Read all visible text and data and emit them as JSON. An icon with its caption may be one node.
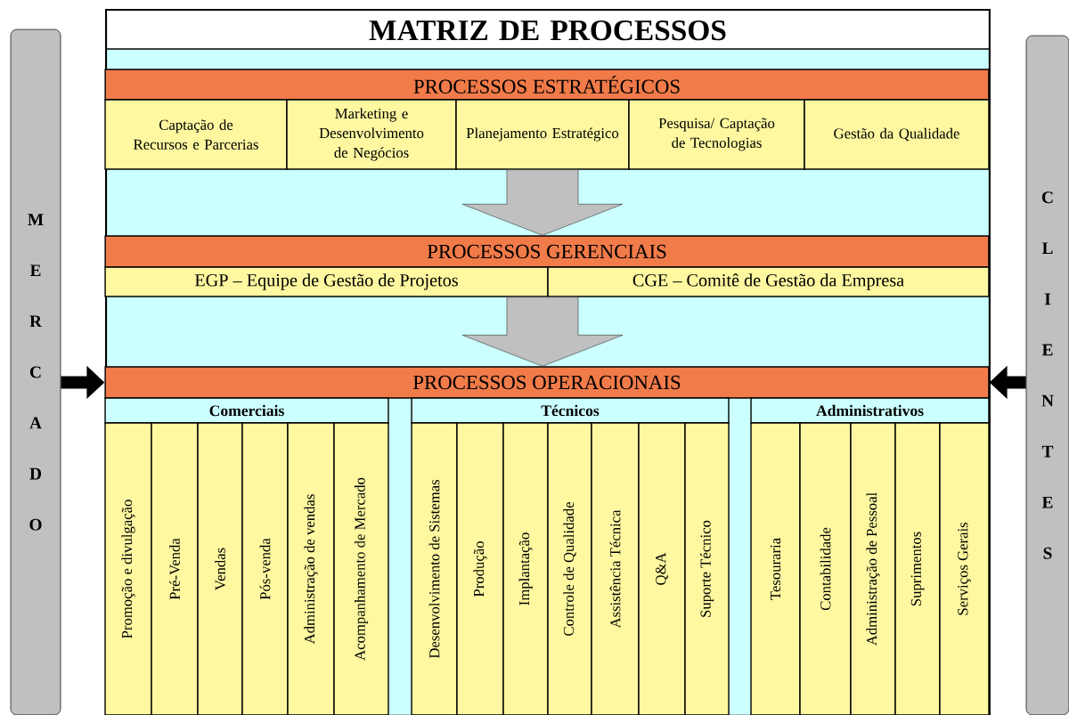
{
  "diagram": {
    "nodes": [
      {
        "text": [
          "M E R C A D O"
        ]
      },
      {
        "text": [
          "MATRIZ DE PROCESSOS"
        ]
      },
      {
        "text": [
          "PROCESSOS ESTRATÉGICOS"
        ],
        "in": 1
      },
      {
        "text": [
          "Captação de Recursos e Parcerias"
        ],
        "in": 1
      },
      {
        "text": [
          "Marketing e Desenvolvimento de Negócios"
        ],
        "in": 1
      },
      {
        "text": [
          "Planejamento Estratégico"
        ],
        "in": 1
      },
      {
        "text": [
          "Pesquisa/ Captação de Tecnologias"
        ],
        "in": 1
      },
      {
        "text": [
          "Gestão da Qualidade"
        ],
        "in": 1
      },
      {
        "text": [
          "PROCESSOS GERENCIAIS"
        ],
        "in": 1
      },
      {
        "text": [
          "EGP – Equipe de Gestão de Projetos"
        ],
        "in": 1
      },
      {
        "text": [
          "CGE – Comitê de Gestão da Empresa"
        ],
        "in": 1
      },
      {
        "text": [
          "PROCESSOS OPERACIONAIS"
        ],
        "in": 1
      },
      {
        "text": [
          "Comerciais"
        ],
        "in": 1
      },
      {
        "text": [
          "Técnicos"
        ],
        "in": 1
      },
      {
        "text": [
          "Administrativos"
        ],
        "in": 1
      },
      {
        "text": [
          "Promoção e divulgação"
        ],
        "in": 1
      },
      {
        "text": [
          "Pré-Venda"
        ],
        "in": 1
      },
      {
        "text": [
          "Vendas"
        ],
        "in": 1
      },
      {
        "text": [
          "Pós-venda"
        ],
        "in": 1
      },
      {
        "text": [
          "Administração de vendas"
        ],
        "in": 1
      },
      {
        "text": [
          "Acompanhamento de Mercado"
        ],
        "in": 1
      },
      {
        "text": [
          "Desenvolvimento de Sistemas"
        ],
        "in": 1
      },
      {
        "text": [
          "Produção"
        ],
        "in": 1
      },
      {
        "text": [
          "Implantação"
        ],
        "in": 1
      },
      {
        "text": [
          "Controle de Qualidade"
        ],
        "in": 1
      },
      {
        "text": [
          "Assistência Técnica"
        ],
        "in": 1
      },
      {
        "text": [
          "Q&A"
        ],
        "in": 1
      },
      {
        "text": [
          "Suporte Técnico"
        ],
        "in": 1
      },
      {
        "text": [
          "Tesouraria"
        ],
        "in": 1
      },
      {
        "text": [
          "Contabilidade"
        ],
        "in": 1
      },
      {
        "text": [
          "Administração de Pessoal"
        ],
        "in": 1
      },
      {
        "text": [
          "Suprimentos"
        ],
        "in": 1
      },
      {
        "text": [
          "Serviços Gerais"
        ],
        "in": 1
      },
      {
        "text": [
          "C L I E N T E S"
        ]
      }
    ],
    "edges": [
      {
        "from": 5,
        "to": 8,
        "arrow": "to",
        "style": "thick",
        "color": "#c0c0c0"
      },
      {
        "from": 9,
        "to": 11,
        "arrow": "to",
        "style": "thick",
        "color": "#c0c0c0"
      },
      {
        "from": 0,
        "to": 11,
        "arrow": "to",
        "color": "#000000"
      },
      {
        "from": 33,
        "to": 11,
        "arrow": "to",
        "color": "#000000"
      }
    ]
  }
}
